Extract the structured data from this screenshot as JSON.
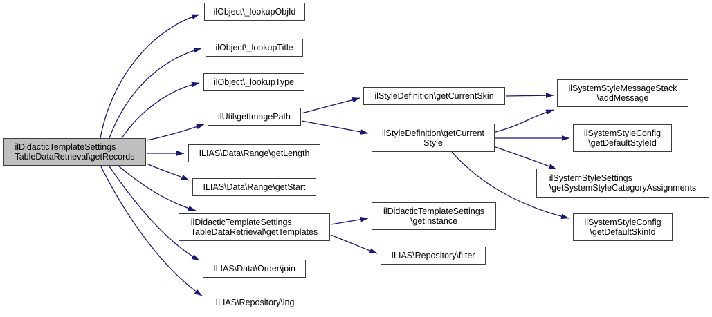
{
  "diagram": {
    "kind": "doxygen-call-graph",
    "background_color": "#ffffff",
    "edge_color": "#191970",
    "node_border_color": "#3d3d3d",
    "node_fill": "#ffffff",
    "root_node_fill": "#bfbfbf",
    "text_color": "#000000"
  },
  "nodes": [
    {
      "id": "getRecords",
      "label": "ilDidacticTemplateSettings\nTableDataRetrieval\\getRecords",
      "root": true
    },
    {
      "id": "lookupObjId",
      "label": "ilObject\\_lookupObjId"
    },
    {
      "id": "lookupTitle",
      "label": "ilObject\\_lookupTitle"
    },
    {
      "id": "lookupType",
      "label": "ilObject\\_lookupType"
    },
    {
      "id": "getImagePath",
      "label": "ilUtil\\getImagePath"
    },
    {
      "id": "getLength",
      "label": "ILIAS\\Data\\Range\\getLength"
    },
    {
      "id": "getStart",
      "label": "ILIAS\\Data\\Range\\getStart"
    },
    {
      "id": "getTemplates",
      "label": "ilDidacticTemplateSettings\nTableDataRetrieval\\getTemplates"
    },
    {
      "id": "join",
      "label": "ILIAS\\Data\\Order\\join"
    },
    {
      "id": "lng",
      "label": "ILIAS\\Repository\\lng"
    },
    {
      "id": "getCurrentSkin",
      "label": "ilStyleDefinition\\getCurrentSkin"
    },
    {
      "id": "getCurrentStyle",
      "label": "ilStyleDefinition\\getCurrent\nStyle"
    },
    {
      "id": "getInstance",
      "label": "ilDidacticTemplateSettings\n\\getInstance"
    },
    {
      "id": "filter",
      "label": "ILIAS\\Repository\\filter"
    },
    {
      "id": "addMessage",
      "label": "ilSystemStyleMessageStack\n\\addMessage"
    },
    {
      "id": "getDefaultStyleId",
      "label": "ilSystemStyleConfig\n\\getDefaultStyleId"
    },
    {
      "id": "getSystemStyleCategoryAssignments",
      "label": "ilSystemStyleSettings\n\\getSystemStyleCategoryAssignments"
    },
    {
      "id": "getDefaultSkinId",
      "label": "ilSystemStyleConfig\n\\getDefaultSkinId"
    }
  ],
  "edges": [
    {
      "from": "getRecords",
      "to": "lookupObjId"
    },
    {
      "from": "getRecords",
      "to": "lookupTitle"
    },
    {
      "from": "getRecords",
      "to": "lookupType"
    },
    {
      "from": "getRecords",
      "to": "getImagePath"
    },
    {
      "from": "getRecords",
      "to": "getLength"
    },
    {
      "from": "getRecords",
      "to": "getStart"
    },
    {
      "from": "getRecords",
      "to": "getTemplates"
    },
    {
      "from": "getRecords",
      "to": "join"
    },
    {
      "from": "getRecords",
      "to": "lng"
    },
    {
      "from": "getImagePath",
      "to": "getCurrentSkin"
    },
    {
      "from": "getImagePath",
      "to": "getCurrentStyle"
    },
    {
      "from": "getCurrentSkin",
      "to": "addMessage"
    },
    {
      "from": "getCurrentStyle",
      "to": "addMessage"
    },
    {
      "from": "getCurrentStyle",
      "to": "getDefaultStyleId"
    },
    {
      "from": "getCurrentStyle",
      "to": "getSystemStyleCategoryAssignments"
    },
    {
      "from": "getCurrentStyle",
      "to": "getDefaultSkinId"
    },
    {
      "from": "getTemplates",
      "to": "getInstance"
    },
    {
      "from": "getTemplates",
      "to": "filter"
    }
  ]
}
